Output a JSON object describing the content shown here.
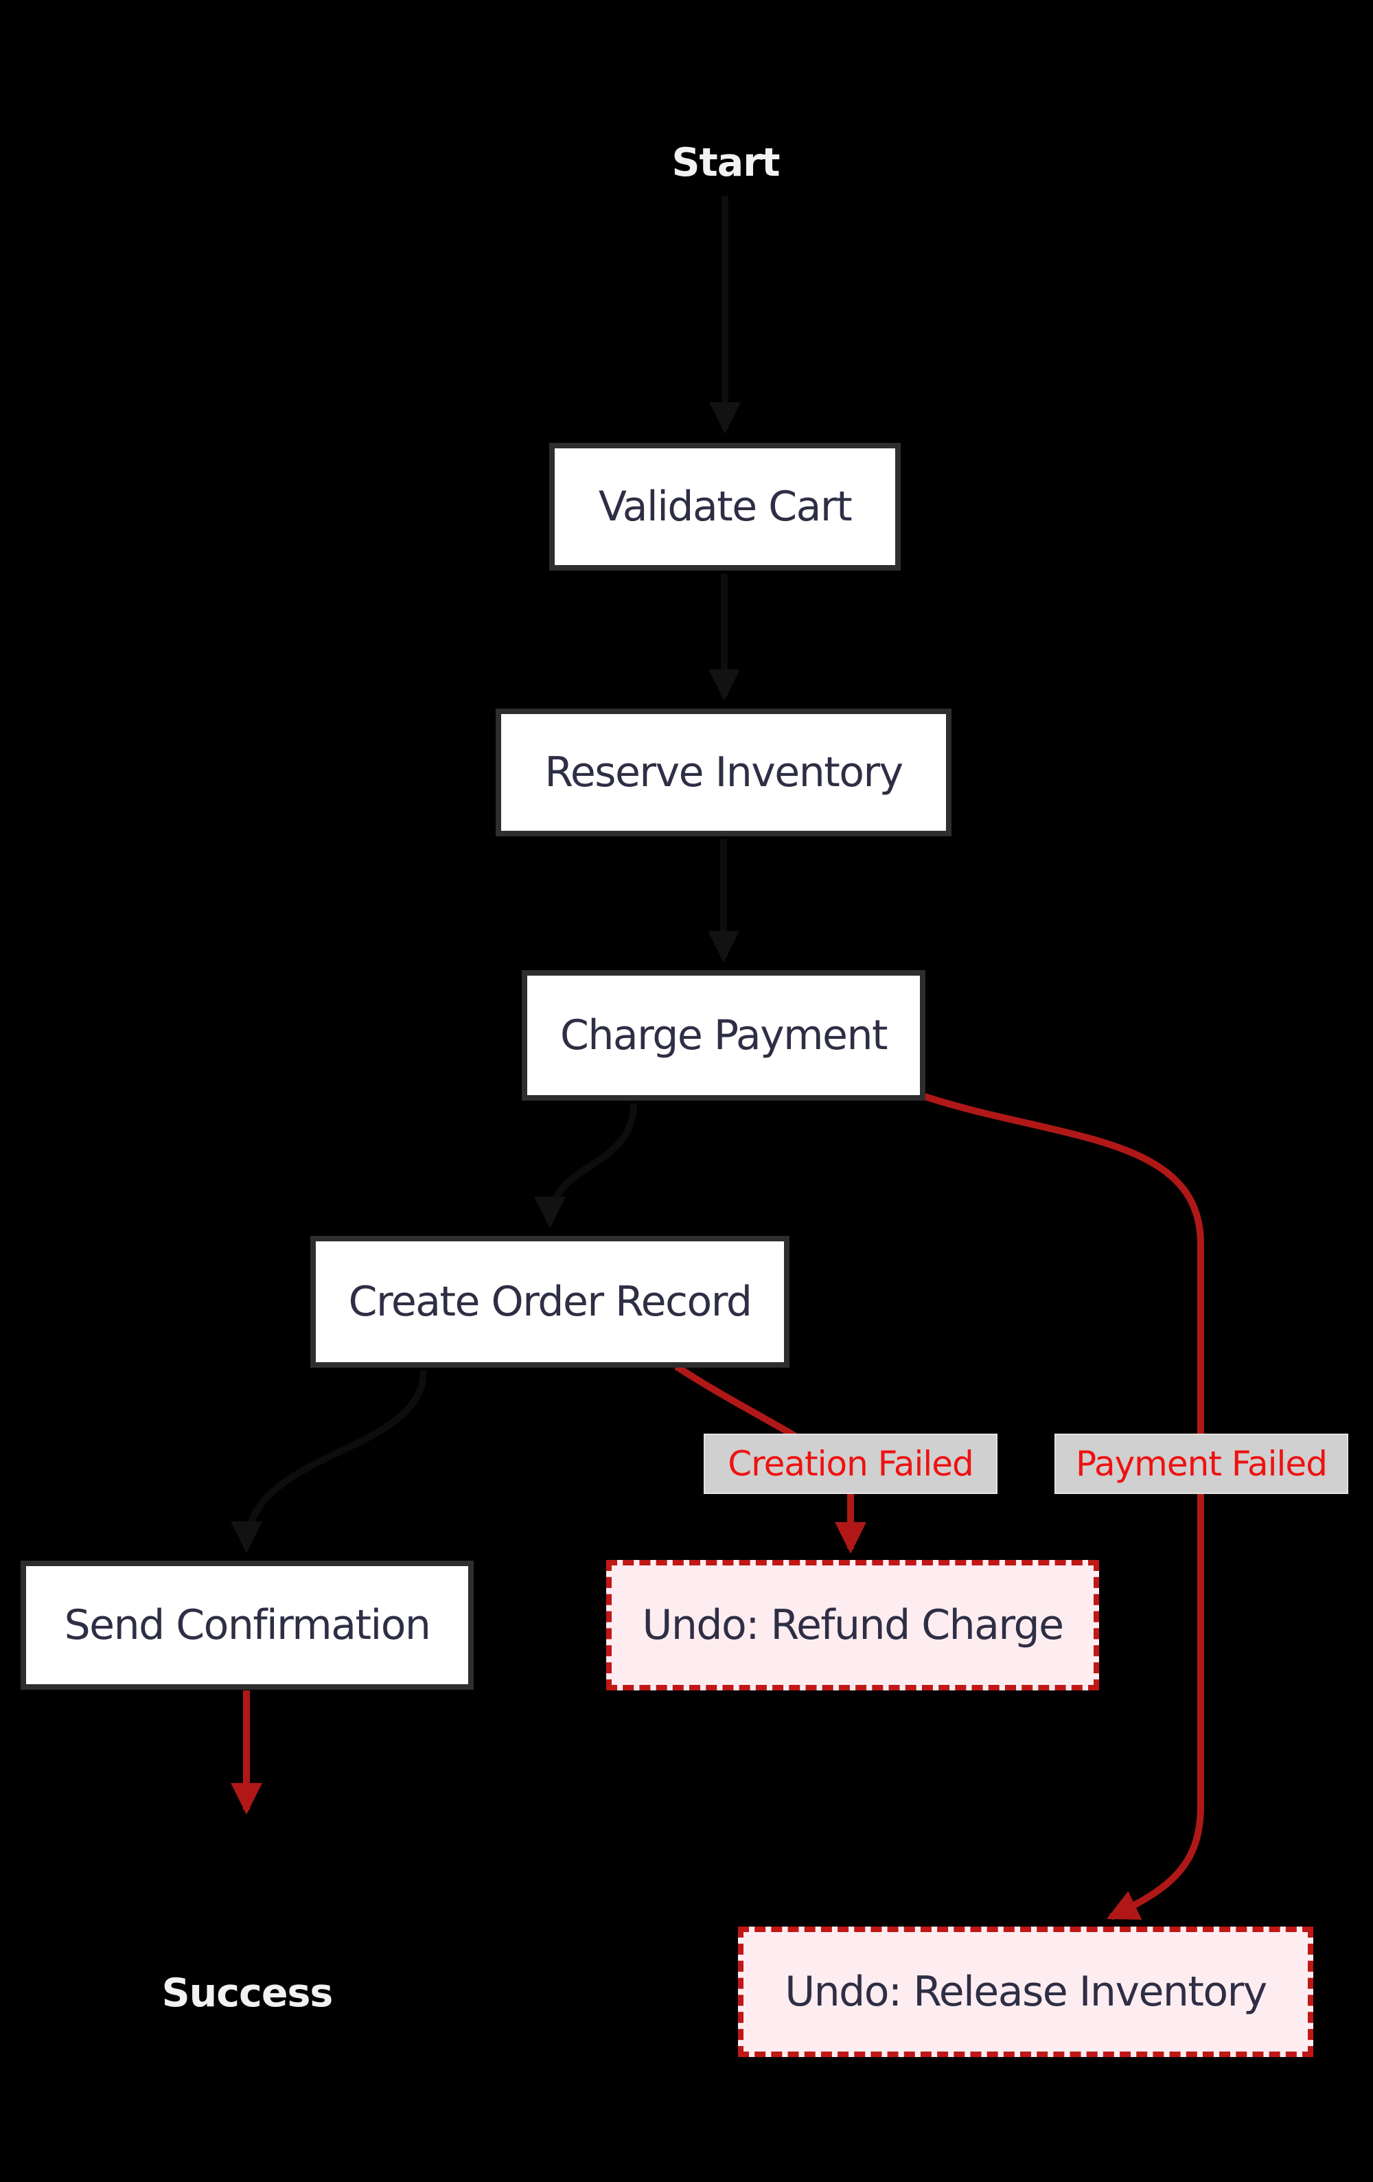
{
  "diagram": {
    "start_label": "Start",
    "success_label": "Success",
    "nodes": {
      "validate": {
        "label": "Validate Cart"
      },
      "reserve": {
        "label": "Reserve Inventory"
      },
      "charge": {
        "label": "Charge Payment"
      },
      "create": {
        "label": "Create Order Record"
      },
      "send": {
        "label": "Send Confirmation"
      },
      "undo_refund": {
        "label": "Undo: Refund Charge"
      },
      "undo_release": {
        "label": "Undo: Release Inventory"
      }
    },
    "edge_labels": {
      "creation_failed": "Creation Failed",
      "payment_failed": "Payment Failed"
    },
    "edges": [
      {
        "from": "Start",
        "to": "Validate Cart",
        "label": ""
      },
      {
        "from": "Validate Cart",
        "to": "Reserve Inventory",
        "label": ""
      },
      {
        "from": "Reserve Inventory",
        "to": "Charge Payment",
        "label": ""
      },
      {
        "from": "Charge Payment",
        "to": "Create Order Record",
        "label": ""
      },
      {
        "from": "Create Order Record",
        "to": "Send Confirmation",
        "label": ""
      },
      {
        "from": "Send Confirmation",
        "to": "Success",
        "label": ""
      },
      {
        "from": "Create Order Record",
        "to": "Undo: Refund Charge",
        "label": "Creation Failed"
      },
      {
        "from": "Charge Payment",
        "to": "Undo: Release Inventory",
        "label": "Payment Failed"
      }
    ],
    "colors": {
      "background": "#000000",
      "node_fill": "#ffffff",
      "node_border": "#2e2e2e",
      "node_text": "#2e2e44",
      "terminal_text": "#f2f2f2",
      "failure_link_red": "#b01818",
      "edge_label_bg": "#d0d0d0",
      "edge_label_text": "#ee1111",
      "undo_fill": "#fdedf1",
      "undo_border": "#c01717"
    }
  }
}
